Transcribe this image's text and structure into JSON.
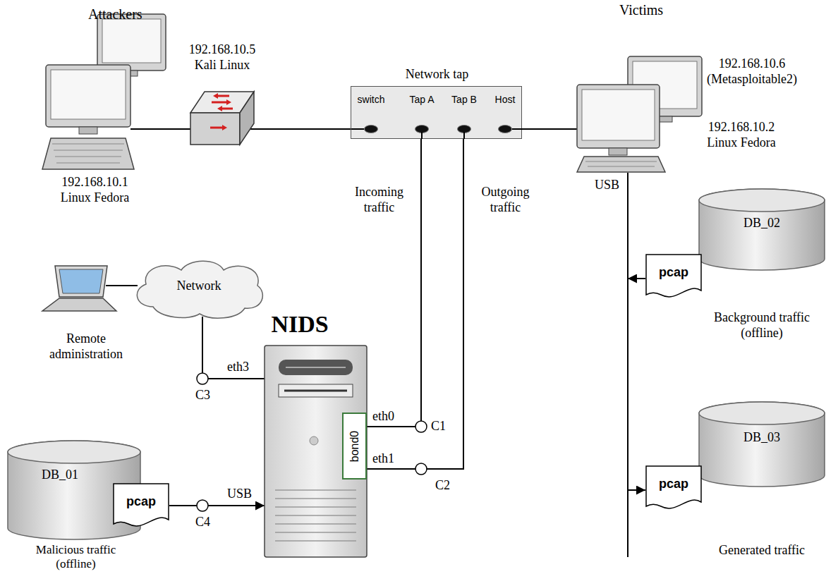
{
  "diagram": {
    "nodes": [
      {
        "text": [
          "192.168.10.1 Linux Fedora"
        ]
      },
      {
        "text": [
          "192.168.10.5 Kali Linux"
        ]
      },
      {
        "text": [
          "Network tap",
          "switch",
          "Tap A",
          "Tap B",
          "Host"
        ]
      },
      {
        "text": [
          "192.168.10.6 (Metasploitable2)",
          "192.168.10.2 Linux Fedora"
        ]
      },
      {
        "text": [
          "Remote administration"
        ]
      },
      {
        "text": [
          "Network"
        ]
      },
      {
        "text": [
          "NIDS"
        ]
      },
      {
        "text": [
          "bond0"
        ],
        "in": 6
      },
      {
        "text": [
          "DB_01",
          "Malicious traffic (offline)"
        ]
      },
      {
        "text": [
          "pcap"
        ],
        "in": 8
      },
      {
        "text": [
          "DB_02",
          "Background traffic (offline)"
        ]
      },
      {
        "text": [
          "pcap"
        ],
        "in": 10
      },
      {
        "text": [
          "DB_03",
          "Generated traffic"
        ]
      },
      {
        "text": [
          "pcap"
        ],
        "in": 12
      }
    ],
    "edges": [
      {
        "from": 0,
        "to": 1,
        "arrow": "none"
      },
      {
        "from": 1,
        "to": 2,
        "arrow": "none"
      },
      {
        "from": 2,
        "to": 3,
        "arrow": "none"
      },
      {
        "from": 2,
        "to": 7,
        "label": "Incoming traffic",
        "arrow": "none"
      },
      {
        "from": 2,
        "to": 7,
        "label": "Outgoing traffic",
        "arrow": "none"
      },
      {
        "from": 4,
        "to": 5,
        "arrow": "none"
      },
      {
        "from": 5,
        "to": 6,
        "arrow": "none"
      },
      {
        "from": 9,
        "to": 6,
        "arrow": "to"
      },
      {
        "from": 11,
        "to": 3,
        "arrow": "to"
      },
      {
        "from": 3,
        "to": 13,
        "arrow": "to"
      }
    ],
    "labels": [
      "Attackers",
      "Victims",
      "USB",
      "eth3",
      "C3",
      "eth0",
      "C1",
      "eth1",
      "C2",
      "USB",
      "C4"
    ]
  }
}
